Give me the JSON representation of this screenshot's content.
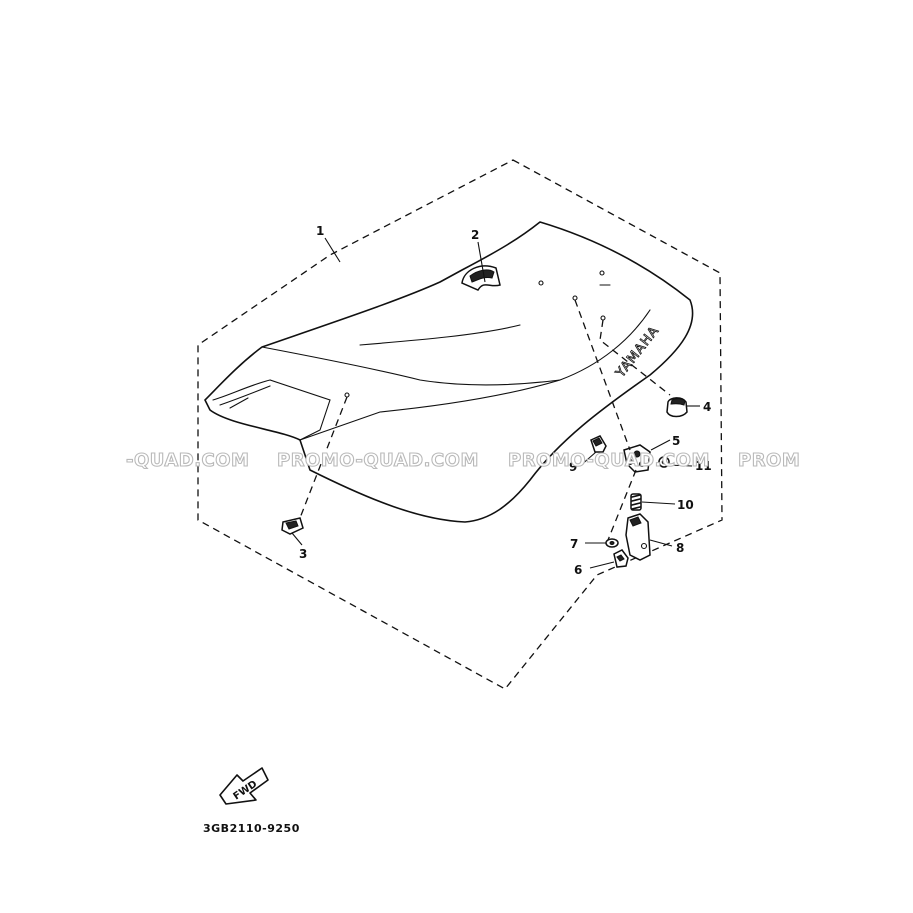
{
  "watermark": {
    "segments": [
      "-QUAD.COM",
      "PROMO-QUAD.COM",
      "PROMO-QUAD.COM",
      "PROM"
    ],
    "color": "#b9b9b9"
  },
  "diagram": {
    "brand_label": "YAMAHA",
    "drawing_code": "3GB2110-9250",
    "direction_label": "FWD",
    "callouts": [
      "1",
      "2",
      "3",
      "4",
      "5",
      "6",
      "7",
      "8",
      "9",
      "10",
      "11"
    ]
  },
  "colors": {
    "line": "#111111",
    "background": "#ffffff"
  }
}
